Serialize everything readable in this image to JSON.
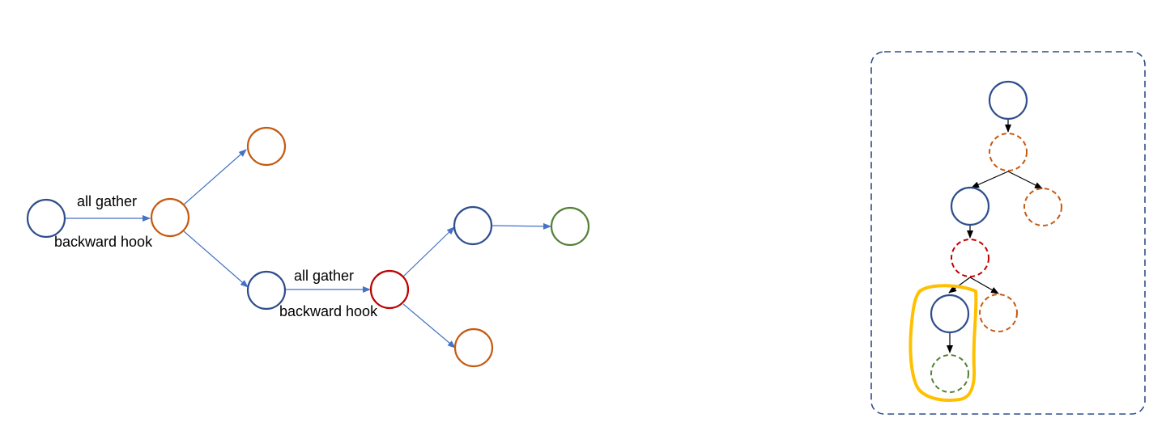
{
  "colors": {
    "blue": "#2f4e8c",
    "orange": "#c55a11",
    "red": "#c00000",
    "green": "#548235",
    "edge": "#4472c4",
    "tree_edge": "#000000",
    "frame": "#2f4e8c",
    "highlight": "#ffc000"
  },
  "left_graph": {
    "edge_labels": {
      "first_top": "all gather",
      "first_bottom": "backward hook",
      "second_top": "all gather",
      "second_bottom": "backward hook"
    }
  }
}
